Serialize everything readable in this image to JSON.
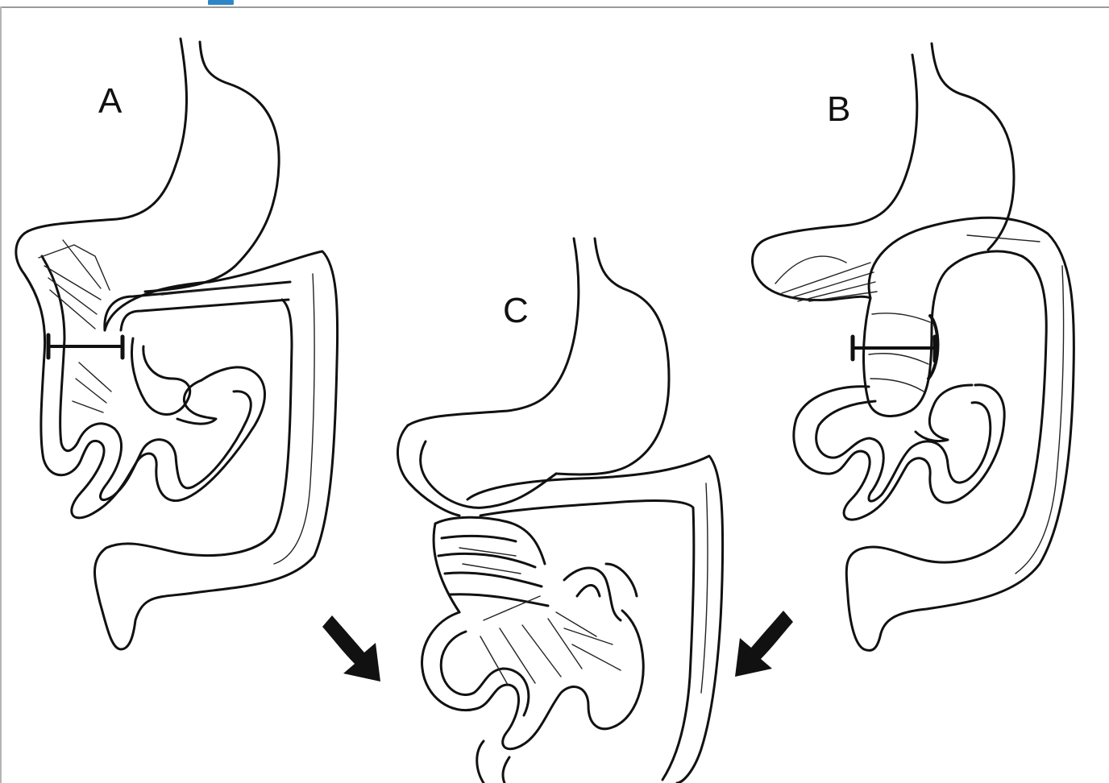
{
  "figure": {
    "panel_labels": {
      "a": "A",
      "b": "B",
      "c": "C"
    },
    "colors": {
      "line": "#111111",
      "frame": "#9a9a9a",
      "tab_marker": "#2e86c8",
      "background": "#ffffff"
    }
  }
}
